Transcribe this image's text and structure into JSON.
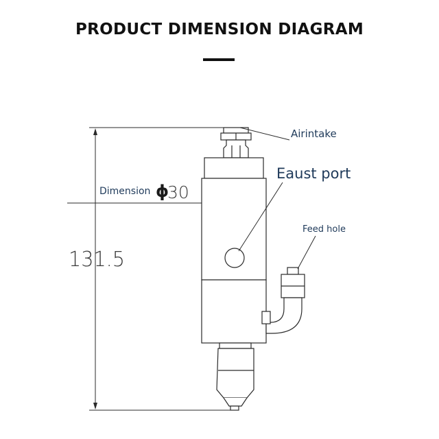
{
  "header": {
    "title": "PRODUCT DIMENSION DIAGRAM"
  },
  "labels": {
    "air_intake": "Airintake",
    "exhaust_port": "Eaust port",
    "feed_hole": "Feed hole",
    "diameter_label": "Dimension",
    "diameter_symbol": "ϕ",
    "diameter_value": "30",
    "height_value": "131.5"
  },
  "colors": {
    "title": "#111111",
    "label": "#1f3a5a",
    "line": "#2a2a2a"
  }
}
